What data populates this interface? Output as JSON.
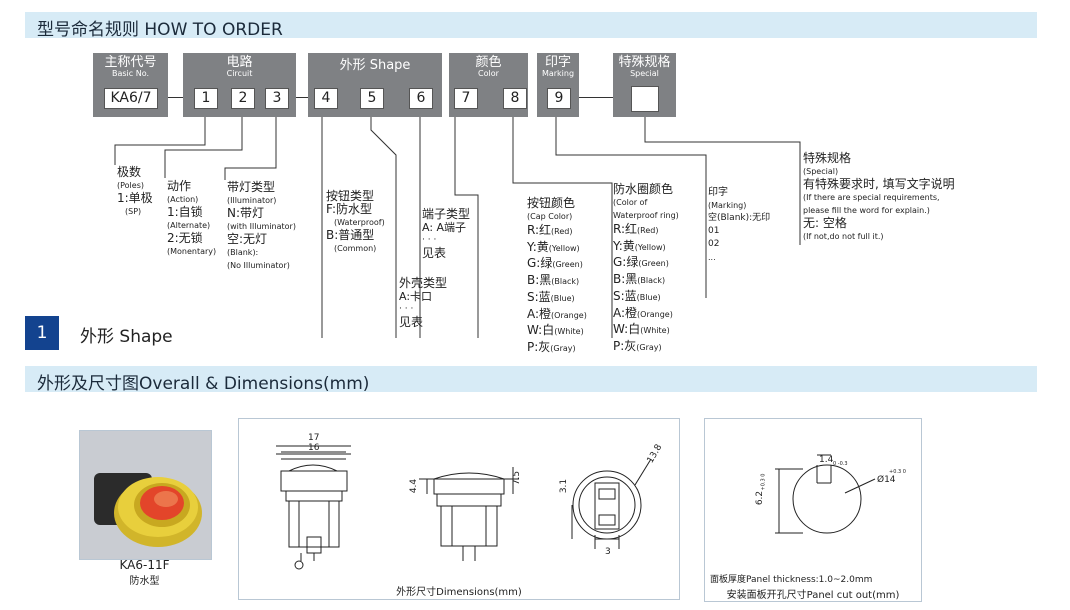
{
  "header": {
    "title": "型号命名规则 HOW TO ORDER"
  },
  "code_bar": {
    "groups": {
      "basic": {
        "zh": "主称代号",
        "en": "Basic No."
      },
      "circuit": {
        "zh": "电路",
        "en": "Circuit"
      },
      "shape": {
        "zh": "外形 Shape"
      },
      "color": {
        "zh": "颜色",
        "en": "Color"
      },
      "marking": {
        "zh": "印字",
        "en": "Marking"
      },
      "special": {
        "zh": "特殊规格",
        "en": "Special"
      }
    },
    "cells": {
      "basic": "KA6/7",
      "c1": "1",
      "c2": "2",
      "c3": "3",
      "c4": "4",
      "c5": "5",
      "c6": "6",
      "c7": "7",
      "c8": "8",
      "c9": "9",
      "c10": ""
    }
  },
  "legend": {
    "poles": {
      "zh": "极数",
      "en": "(Poles)",
      "v1": "1:单极",
      "v1en": "(SP)"
    },
    "action": {
      "zh": "动作",
      "en": "(Action)",
      "v1": "1:自锁",
      "v1en": "(Alternate)",
      "v2": "2:无锁",
      "v2en": "(Monentary)"
    },
    "illum": {
      "zh": "带灯类型",
      "en": "(Illuminator)",
      "v1": "N:带灯",
      "v1en": "(with Illuminator)",
      "v2": "空:无灯",
      "v2en": "(Blank):",
      "v2en2": "(No Illuminator)"
    },
    "button_type": {
      "zh": "按钮类型",
      "v1": "F:防水型",
      "v1en": "(Waterproof)",
      "v2": "B:普通型",
      "v2en": "(Common)"
    },
    "housing": {
      "zh": "外壳类型",
      "v1": "A:卡口",
      "dots": "· · ·",
      "v2": "见表"
    },
    "terminal": {
      "zh": "端子类型",
      "v1": "A: A端子",
      "dots": "· · ·",
      "v2": "见表"
    },
    "cap_color": {
      "zh": "按钮颜色",
      "en": "(Cap Color)"
    },
    "ring_color": {
      "zh": "防水圈颜色",
      "en": "(Color of",
      "en2": "Waterproof ring)"
    },
    "colors": [
      {
        "zh": "R:红",
        "en": "(Red)"
      },
      {
        "zh": "Y:黄",
        "en": "(Yellow)"
      },
      {
        "zh": "G:绿",
        "en": "(Green)"
      },
      {
        "zh": "B:黑",
        "en": "(Black)"
      },
      {
        "zh": "S:蓝",
        "en": "(Blue)"
      },
      {
        "zh": "A:橙",
        "en": "(Orange)"
      },
      {
        "zh": "W:白",
        "en": "(White)"
      },
      {
        "zh": "P:灰",
        "en": "(Gray)"
      }
    ],
    "marking": {
      "zh": "印字",
      "en": "(Marking)",
      "v1": "空(Blank):无印",
      "v2": "01",
      "v3": "02",
      "v4": "..."
    },
    "special": {
      "zh": "特殊规格",
      "en": "(Special)",
      "v1": "有特殊要求时, 填写文字说明",
      "v1en": "(If there are special requirements,",
      "v1en2": "please fill the word for explain.)",
      "v2": "无: 空格",
      "v2en": "(If not,do not full it.)"
    }
  },
  "section1": {
    "num": "1",
    "title": "外形 Shape"
  },
  "dims_bar": {
    "title": "外形及尺寸图Overall & Dimensions(mm)"
  },
  "product": {
    "model": "KA6-11F",
    "type": "防水型"
  },
  "dims_panel": {
    "caption": "外形尺寸Dimensions(mm)",
    "d17": "17",
    "d16": "16",
    "d44": "4.4",
    "d75": "7.5",
    "d138": "13.8",
    "d31": "3.1",
    "d3": "3"
  },
  "cutout_panel": {
    "thickness": "面板厚度Panel thickness:1.0~2.0mm",
    "caption": "安装面板开孔尺寸Panel cut out(mm)",
    "d14": "Ø14",
    "d14tol": "+0.3 0",
    "d14w": "1.4",
    "d14wtol": "0 -0.3",
    "d62": "6.2",
    "d62tol": "+0.3 0"
  }
}
